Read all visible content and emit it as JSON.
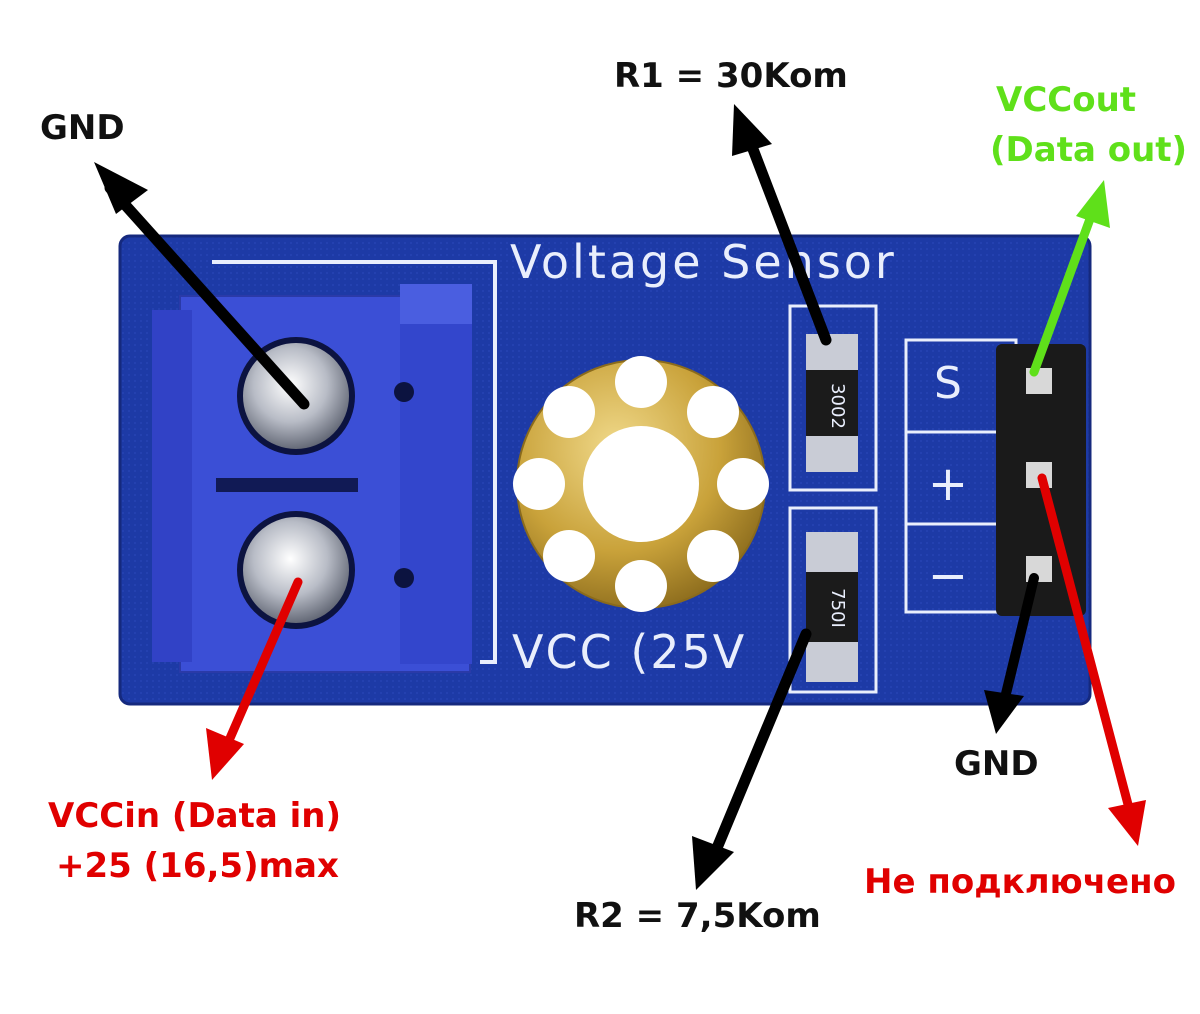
{
  "board": {
    "title": "Voltage Sensor",
    "vcc_marking": "VCC (25V",
    "pin_labels": [
      "S",
      "+",
      "−"
    ],
    "r1_code": "3002",
    "r2_code": "750I",
    "colors": {
      "pcb": "#1d3aa6",
      "pcb_dark": "#15297e",
      "silk": "#e9eefc",
      "terminal": "#3b4fd6",
      "gold": "#c9a23a",
      "header": "#1a1a1a"
    }
  },
  "annotations": {
    "gnd_left": "GND",
    "r1": "R1 = 30Kom",
    "vccout_line1": "VCCout",
    "vccout_line2": "(Data out)",
    "vccin_line1": "VCCin (Data in)",
    "vccin_line2": "+25 (16,5)max",
    "r2": "R2 = 7,5Kom",
    "gnd_right": "GND",
    "not_connected": "Не подключено"
  },
  "arrow_colors": {
    "black": "#000000",
    "red": "#e00000",
    "green": "#5fe01a"
  }
}
